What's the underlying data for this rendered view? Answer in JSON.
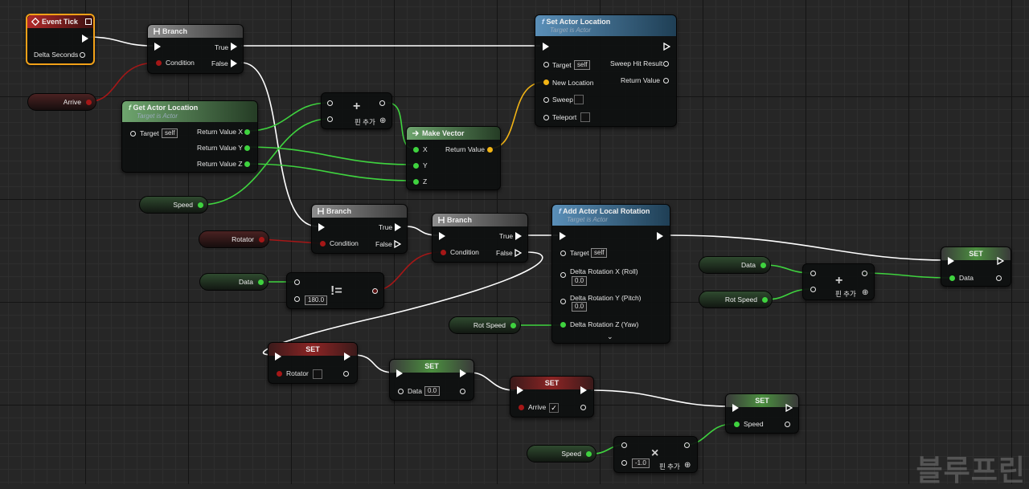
{
  "nodes": {
    "event_tick": {
      "title": "Event Tick",
      "delta": "Delta Seconds"
    },
    "branch1": {
      "title": "Branch",
      "true": "True",
      "false": "False",
      "condition": "Condition"
    },
    "set_actor_location": {
      "title": "Set Actor Location",
      "subtitle": "Target is Actor",
      "target": "Target",
      "self": "self",
      "new_location": "New Location",
      "sweep": "Sweep",
      "teleport": "Teleport",
      "sweep_hit": "Sweep Hit Result",
      "return_value": "Return Value"
    },
    "arrive_var": {
      "label": "Arrive"
    },
    "get_actor_location": {
      "title": "Get Actor Location",
      "subtitle": "Target is Actor",
      "target": "Target",
      "self": "self",
      "rx": "Return Value X",
      "ry": "Return Value Y",
      "rz": "Return Value Z"
    },
    "add_node1": {
      "op": "+",
      "add_pin": "핀 추가"
    },
    "make_vector": {
      "title": "Make Vector",
      "x": "X",
      "y": "Y",
      "z": "Z",
      "return_value": "Return Value"
    },
    "speed_var1": {
      "label": "Speed"
    },
    "branch2": {
      "title": "Branch",
      "true": "True",
      "false": "False",
      "condition": "Condition"
    },
    "branch3": {
      "title": "Branch",
      "true": "True",
      "false": "False",
      "condition": "Condition"
    },
    "rotator_var": {
      "label": "Rotator"
    },
    "data_var1": {
      "label": "Data"
    },
    "neq_node": {
      "value": "180.0",
      "op": "!="
    },
    "add_local_rotation": {
      "title": "Add Actor Local Rotation",
      "subtitle": "Target is Actor",
      "target": "Target",
      "self": "self",
      "rx": "Delta Rotation X (Roll)",
      "rx_val": "0.0",
      "ry": "Delta Rotation Y (Pitch)",
      "ry_val": "0.0",
      "rz": "Delta Rotation Z (Yaw)"
    },
    "rot_speed_var1": {
      "label": "Rot Speed"
    },
    "data_var2": {
      "label": "Data"
    },
    "rot_speed_var2": {
      "label": "Rot Speed"
    },
    "add_node2": {
      "op": "+",
      "add_pin": "핀 추가"
    },
    "set_data_right": {
      "title": "SET",
      "data": "Data"
    },
    "set_rotator": {
      "title": "SET",
      "rotator": "Rotator"
    },
    "set_data": {
      "title": "SET",
      "data": "Data",
      "value": "0.0"
    },
    "set_arrive": {
      "title": "SET",
      "arrive": "Arrive",
      "check": "✓"
    },
    "set_speed": {
      "title": "SET",
      "speed": "Speed"
    },
    "speed_var2": {
      "label": "Speed"
    },
    "mul_node": {
      "op": "×",
      "value": "-1.0",
      "add_pin": "핀 추가"
    }
  },
  "watermark": "블루프린",
  "colors": {
    "exec": "#ffffff",
    "float": "#3fd33f",
    "bool": "#a51717",
    "vector": "#f2b415",
    "object": "#4a9fe8"
  }
}
